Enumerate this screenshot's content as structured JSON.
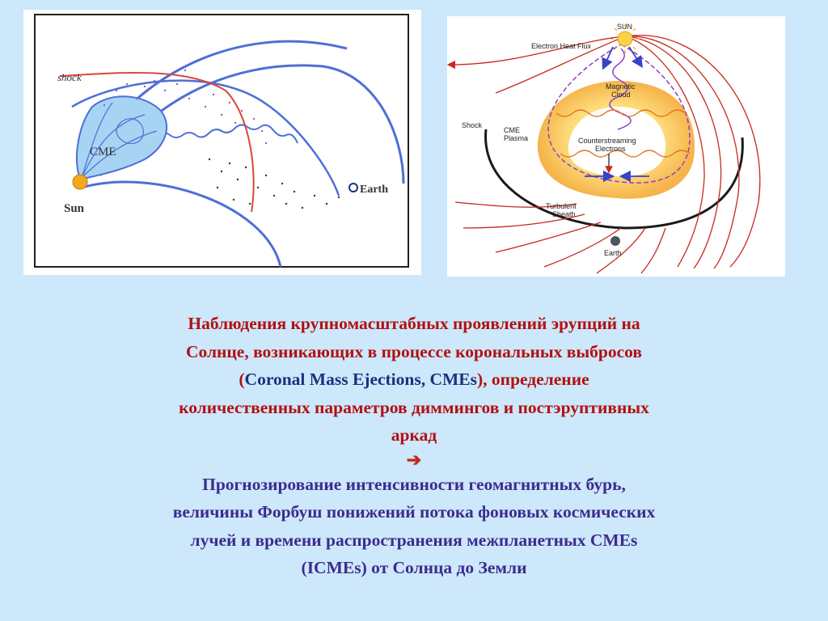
{
  "left_diagram": {
    "shock_label": "shock",
    "cme_label": "CME",
    "sun_label": "Sun",
    "earth_label": "Earth"
  },
  "right_diagram": {
    "sun_label": "SUN",
    "electron_heat_flux_label": "Electron Heat Flux",
    "magnetic_cloud_label": [
      "Magnetic",
      "Cloud"
    ],
    "shock_label": "Shock",
    "cme_plasma_label": [
      "CME",
      "Plasma"
    ],
    "counterstreaming_label": [
      "Counterstreaming",
      "Electrons"
    ],
    "turbulent_sheath_label": [
      "Turbulent",
      "Sheath"
    ],
    "earth_label": "Earth"
  },
  "caption": {
    "line1": "Наблюдения крупномасштабных проявлений эрупций на",
    "line2": "Солнце, возникающих в процессе корональных выбросов",
    "line3_open": "(",
    "c1": "C",
    "c1_rest": "oronal ",
    "m1": "M",
    "m1_rest": "ass ",
    "e1": "E",
    "e1_rest": "jections, ",
    "cmes": "CMEs",
    "line3_close": "), определение",
    "line4": "количественных параметров диммингов и постэруптивных",
    "line5": "аркад",
    "arrow": "➔",
    "line6": "Прогнозирование интенсивности геомагнитных бурь,",
    "line7": "величины Форбуш понижений потока фоновых космических",
    "line8": "лучей и времени распространения межпланетных CMEs",
    "line9": "(ICMEs) от Солнца до Земли"
  }
}
